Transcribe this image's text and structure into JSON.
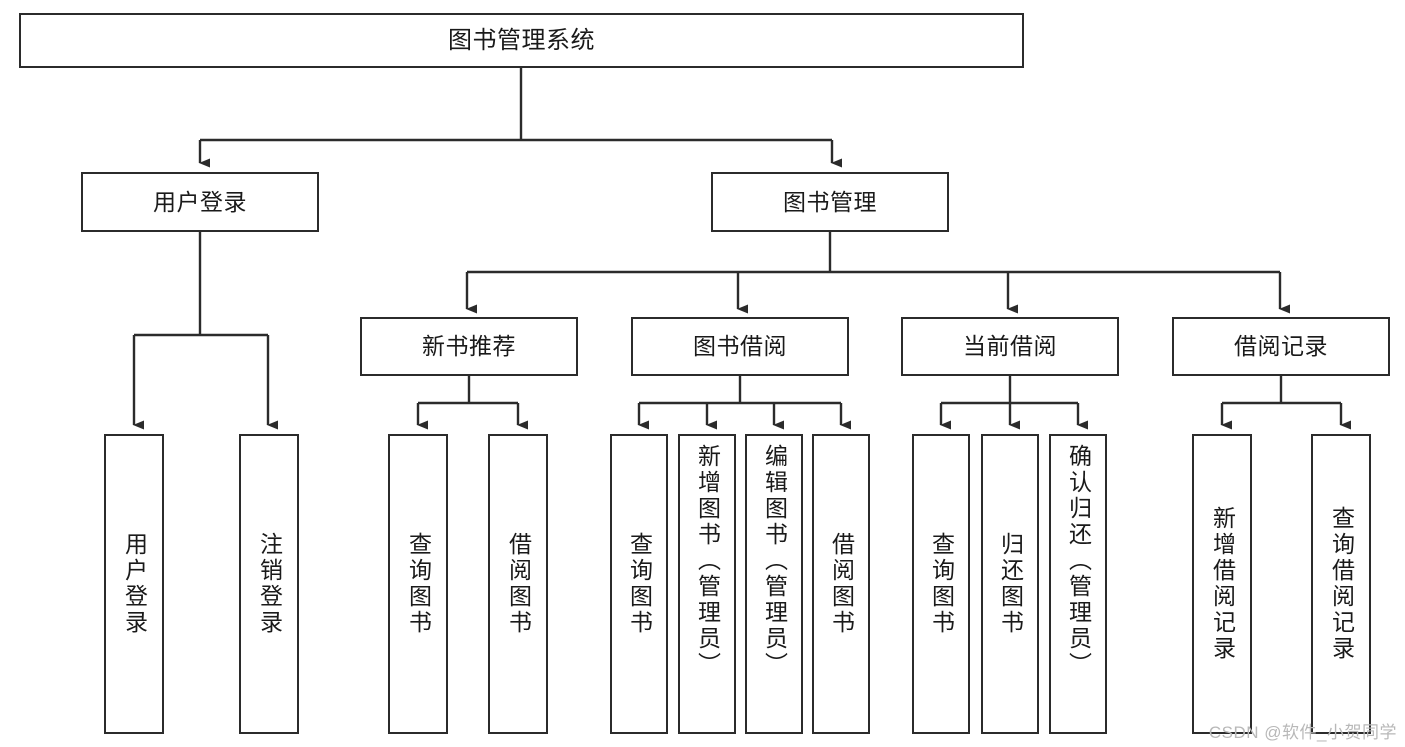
{
  "diagram": {
    "type": "tree-hierarchy",
    "title": "图书管理系统",
    "orientation": "top-down",
    "colors": {
      "box_border": "#2b2b2b",
      "box_fill": "#ffffff",
      "connector": "#2b2b2b",
      "text": "#1a1a1a",
      "watermark": "#b8b8b8",
      "background": "#ffffff"
    },
    "watermark": "CSDN @软件_小贺同学",
    "nodes": {
      "root": {
        "label": "图书管理系统"
      },
      "level2": [
        {
          "label": "用户登录"
        },
        {
          "label": "图书管理"
        }
      ],
      "level3": [
        {
          "label": "新书推荐"
        },
        {
          "label": "图书借阅"
        },
        {
          "label": "当前借阅"
        },
        {
          "label": "借阅记录"
        }
      ],
      "leaves": {
        "user_login": [
          {
            "label": "用户登录"
          },
          {
            "label": "注销登录"
          }
        ],
        "new_book_recommend": [
          {
            "label": "查询图书"
          },
          {
            "label": "借阅图书"
          }
        ],
        "book_borrow": [
          {
            "label": "查询图书"
          },
          {
            "label": "新增图书（管理员）"
          },
          {
            "label": "编辑图书（管理员）"
          },
          {
            "label": "借阅图书"
          }
        ],
        "current_borrow": [
          {
            "label": "查询图书"
          },
          {
            "label": "归还图书"
          },
          {
            "label": "确认归还（管理员）"
          }
        ],
        "borrow_record": [
          {
            "label": "新增借阅记录"
          },
          {
            "label": "查询借阅记录"
          }
        ]
      }
    }
  }
}
